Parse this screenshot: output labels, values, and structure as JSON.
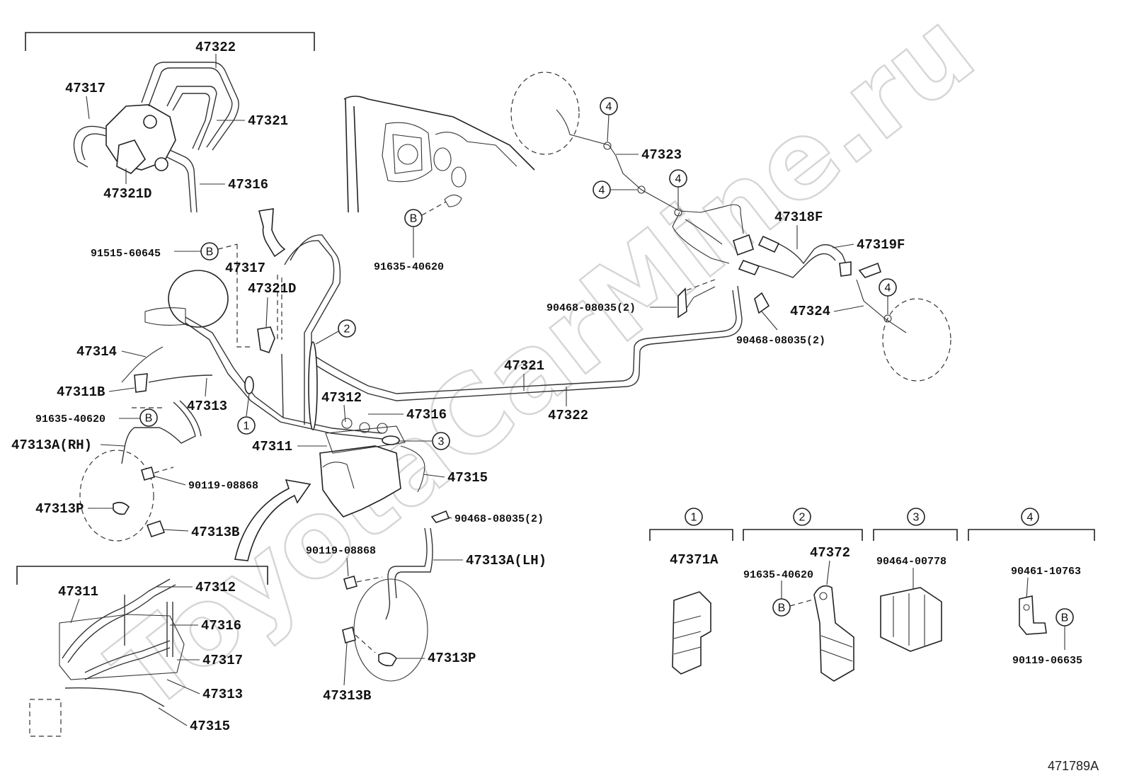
{
  "watermark": "ToyotaCarMine.ru",
  "diagram_id": "471789A",
  "detail_marker": "B",
  "top_left_group": {
    "header": "47322",
    "labels": [
      "47317",
      "47321",
      "47321D",
      "47316"
    ]
  },
  "bottom_left_group": {
    "labels": [
      "47311",
      "47312",
      "47316",
      "47317",
      "47313",
      "47315"
    ]
  },
  "main_labels": [
    "91515-60645",
    "47317",
    "47321D",
    "91635-40620",
    "47314",
    "47311B",
    "47313",
    "91635-40620",
    "47313A(RH)",
    "90119-08868",
    "47313P",
    "47313B",
    "47312",
    "47316",
    "47311",
    "47315",
    "90468-08035(2)",
    "90119-08868",
    "47313A(LH)",
    "47313P",
    "47313B",
    "47321",
    "47322",
    "47323",
    "90468-08035(2)",
    "90468-08035(2)",
    "47318F",
    "47319F",
    "47324"
  ],
  "clamp_callouts": [
    "1",
    "2",
    "3",
    "4"
  ],
  "legend": [
    {
      "num": "1",
      "parts": [
        "47371A"
      ]
    },
    {
      "num": "2",
      "parts": [
        "47372",
        "91635-40620"
      ]
    },
    {
      "num": "3",
      "parts": [
        "90464-00778"
      ]
    },
    {
      "num": "4",
      "parts": [
        "90461-10763",
        "90119-06635"
      ]
    }
  ]
}
